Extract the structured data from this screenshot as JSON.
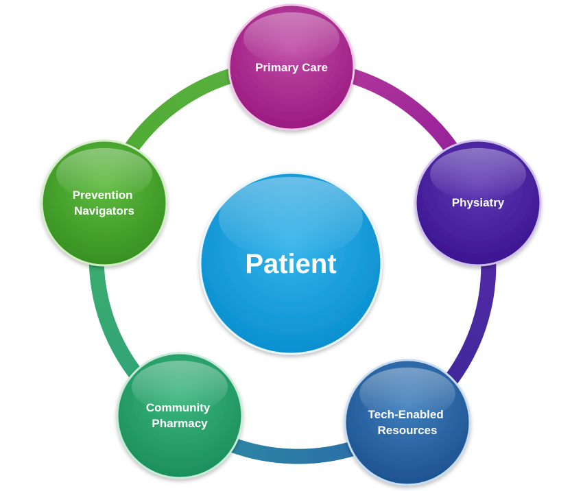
{
  "center": {
    "label": "Patient",
    "color": "#1aa3df"
  },
  "nodes": [
    {
      "id": "primary-care",
      "lines": [
        "Primary Care"
      ],
      "color": "#b0228f"
    },
    {
      "id": "physiatry",
      "lines": [
        "Physiatry"
      ],
      "color": "#4a1fa0"
    },
    {
      "id": "tech-enabled-resources",
      "lines": [
        "Tech-Enabled",
        "Resources"
      ],
      "color": "#24609c"
    },
    {
      "id": "community-pharmacy",
      "lines": [
        "Community",
        "Pharmacy"
      ],
      "color": "#25a06a"
    },
    {
      "id": "prevention-navigators",
      "lines": [
        "Prevention",
        "Navigators"
      ],
      "color": "#43a52b"
    }
  ]
}
